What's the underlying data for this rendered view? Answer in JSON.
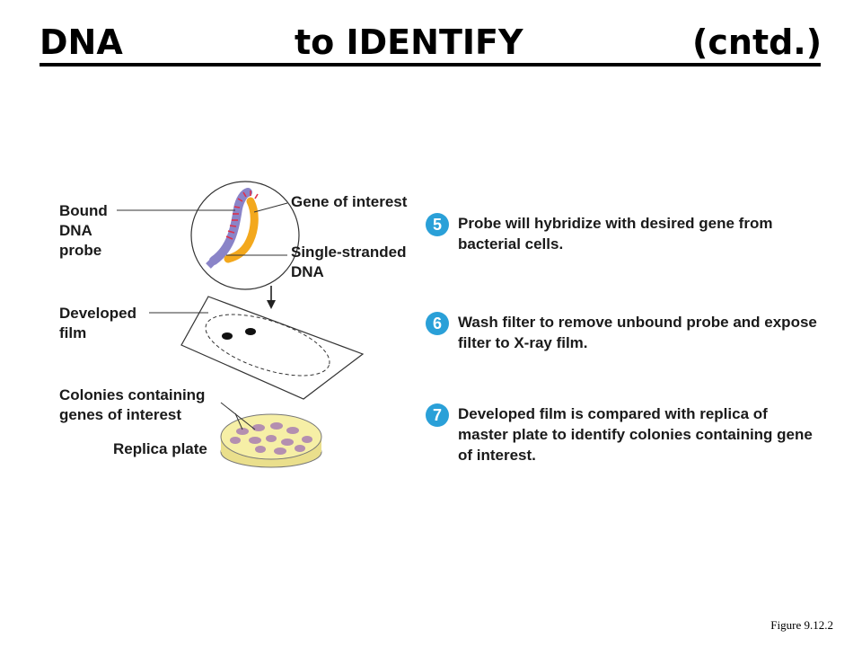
{
  "slide": {
    "title_parts": [
      "DNA",
      "to IDENTIFY",
      "(cntd.)"
    ],
    "caption": "Figure 9.12.2"
  },
  "diagram": {
    "labels": {
      "bound_probe": "Bound\nDNA\nprobe",
      "gene_of_interest": "Gene of interest",
      "single_stranded": "Single-stranded\nDNA",
      "developed_film": "Developed\nfilm",
      "colonies": "Colonies containing\ngenes of interest",
      "replica_plate": "Replica plate"
    },
    "steps": [
      {
        "number": "5",
        "text": "Probe will hybridize with desired gene from bacterial cells."
      },
      {
        "number": "6",
        "text": "Wash filter to remove unbound probe and expose filter to X-ray film."
      },
      {
        "number": "7",
        "text": "Developed film is compared with replica of master plate to identify colonies containing gene of interest."
      }
    ],
    "colors": {
      "step_badge": "#2aa0d8",
      "probe_strand": "#8a84c8",
      "gene_strand": "#f3a81d",
      "probe_ticks": "#e0304a",
      "plate_fill": "#f6efa6",
      "colony": "#b48fb0"
    }
  }
}
